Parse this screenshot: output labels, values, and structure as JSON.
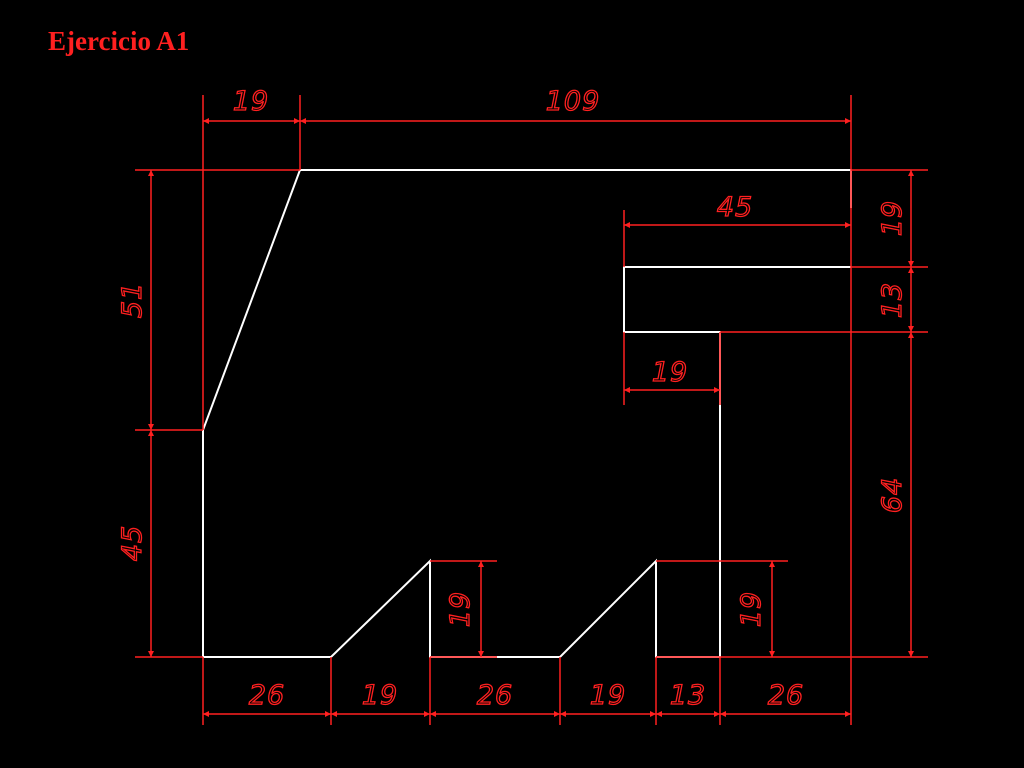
{
  "title": "Ejercicio A1",
  "colors": {
    "background": "#000000",
    "outline": "#ffffff",
    "dimension": "#ff2020"
  },
  "dimensions": {
    "top_left": "19",
    "top_right": "109",
    "inner_width": "45",
    "right_top": "19",
    "right_mid": "13",
    "inner_notch": "19",
    "left_upper": "51",
    "left_lower": "45",
    "right_lower": "64",
    "slot_left_height": "19",
    "slot_right_height": "19",
    "bottom_1": "26",
    "bottom_2": "19",
    "bottom_3": "26",
    "bottom_4": "19",
    "bottom_5": "13",
    "bottom_6": "26"
  }
}
